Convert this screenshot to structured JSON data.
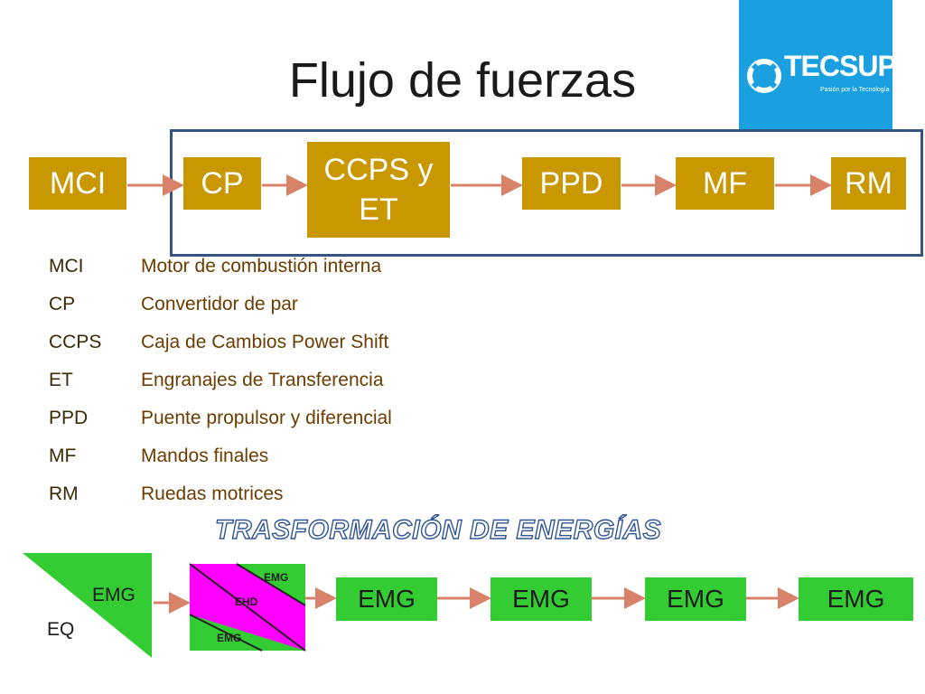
{
  "slide_title": "Flujo de fuerzas",
  "logo": {
    "name": "TECSUP",
    "tagline": "Pasión por la Tecnología"
  },
  "flow_boxes": [
    "MCI",
    "CP",
    "CCPS y ET",
    "PPD",
    "MF",
    "RM"
  ],
  "legend": [
    {
      "abbr": "MCI",
      "desc": "Motor de combustión interna"
    },
    {
      "abbr": "CP",
      "desc": "Convertidor de par"
    },
    {
      "abbr": "CCPS",
      "desc": "Caja de Cambios Power Shift"
    },
    {
      "abbr": "ET",
      "desc": "Engranajes de Transferencia"
    },
    {
      "abbr": "PPD",
      "desc": "Puente propulsor y diferencial"
    },
    {
      "abbr": "MF",
      "desc": "Mandos finales"
    },
    {
      "abbr": "RM",
      "desc": "Ruedas motrices"
    }
  ],
  "energy_title": "TRASFORMACIÓN DE ENERGÍAS",
  "energy": {
    "triangle_top": "EMG",
    "triangle_bottom": "EQ",
    "converter_top": "EMG",
    "converter_mid": "EHD",
    "converter_bottom": "EMG",
    "boxes": [
      "EMG",
      "EMG",
      "EMG",
      "EMG"
    ]
  },
  "colors": {
    "flow_box": "#c99700",
    "energy_box": "#33cc33",
    "magenta": "#ff00ff",
    "arrow": "#d9826a",
    "frame": "#34557f",
    "logo_bg": "#1aa0e0"
  }
}
